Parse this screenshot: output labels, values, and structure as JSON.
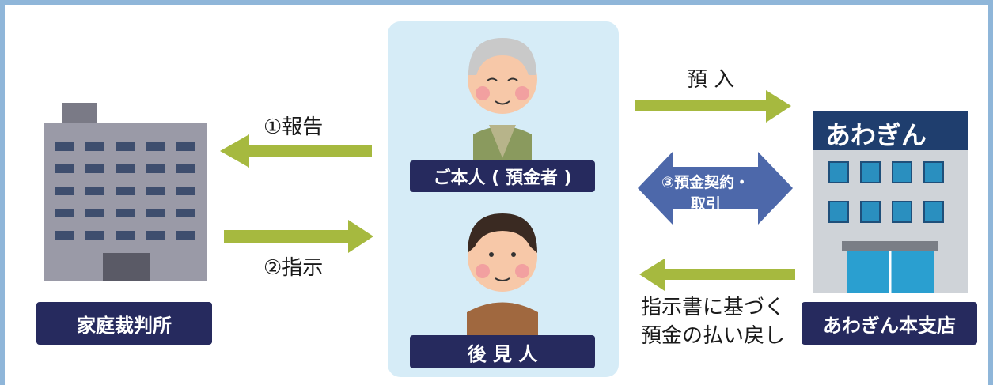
{
  "labels": {
    "court": "家庭裁判所",
    "principal": "ご本人 ( 預金者 )",
    "guardian": "後 見 人",
    "bank_branch": "あわぎん本支店",
    "bank_sign": "あわぎん"
  },
  "arrows": {
    "report": "①報告",
    "instruction": "②指示",
    "deposit": "預 入",
    "contract_line1": "③預金契約・",
    "contract_line2": "取引",
    "payment_line1": "指示書に基づく",
    "payment_line2": "預金の払い戻し"
  },
  "colors": {
    "label_bg": "#262a5e",
    "arrow_green": "#a6b93f",
    "arrow_blue": "#4d68aa",
    "panel_bg": "#d6ecf7",
    "frame": "#8fb6d9"
  }
}
